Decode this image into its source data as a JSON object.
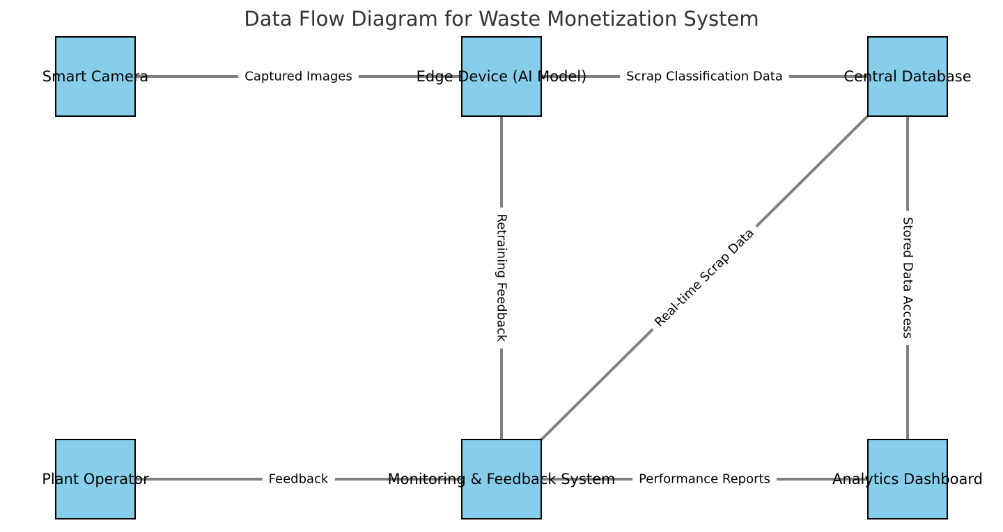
{
  "title": "Data Flow Diagram for Waste Monetization System",
  "colors": {
    "node_fill": "#87CEEB",
    "node_stroke": "#000000",
    "edge": "#808080",
    "title": "#333333"
  },
  "nodes": [
    {
      "id": "smart_camera",
      "label": "Smart Camera"
    },
    {
      "id": "edge_device",
      "label": "Edge Device (AI Model)"
    },
    {
      "id": "central_db",
      "label": "Central Database"
    },
    {
      "id": "plant_operator",
      "label": "Plant Operator"
    },
    {
      "id": "monitoring",
      "label": "Monitoring & Feedback System"
    },
    {
      "id": "analytics",
      "label": "Analytics Dashboard"
    }
  ],
  "edges": [
    {
      "from": "smart_camera",
      "to": "edge_device",
      "label": "Captured Images"
    },
    {
      "from": "edge_device",
      "to": "central_db",
      "label": "Scrap Classification Data"
    },
    {
      "from": "edge_device",
      "to": "monitoring",
      "label": "Retraining Feedback"
    },
    {
      "from": "central_db",
      "to": "monitoring",
      "label": "Real-time Scrap Data"
    },
    {
      "from": "central_db",
      "to": "analytics",
      "label": "Stored Data Access"
    },
    {
      "from": "plant_operator",
      "to": "monitoring",
      "label": "Feedback"
    },
    {
      "from": "monitoring",
      "to": "analytics",
      "label": "Performance Reports"
    }
  ]
}
